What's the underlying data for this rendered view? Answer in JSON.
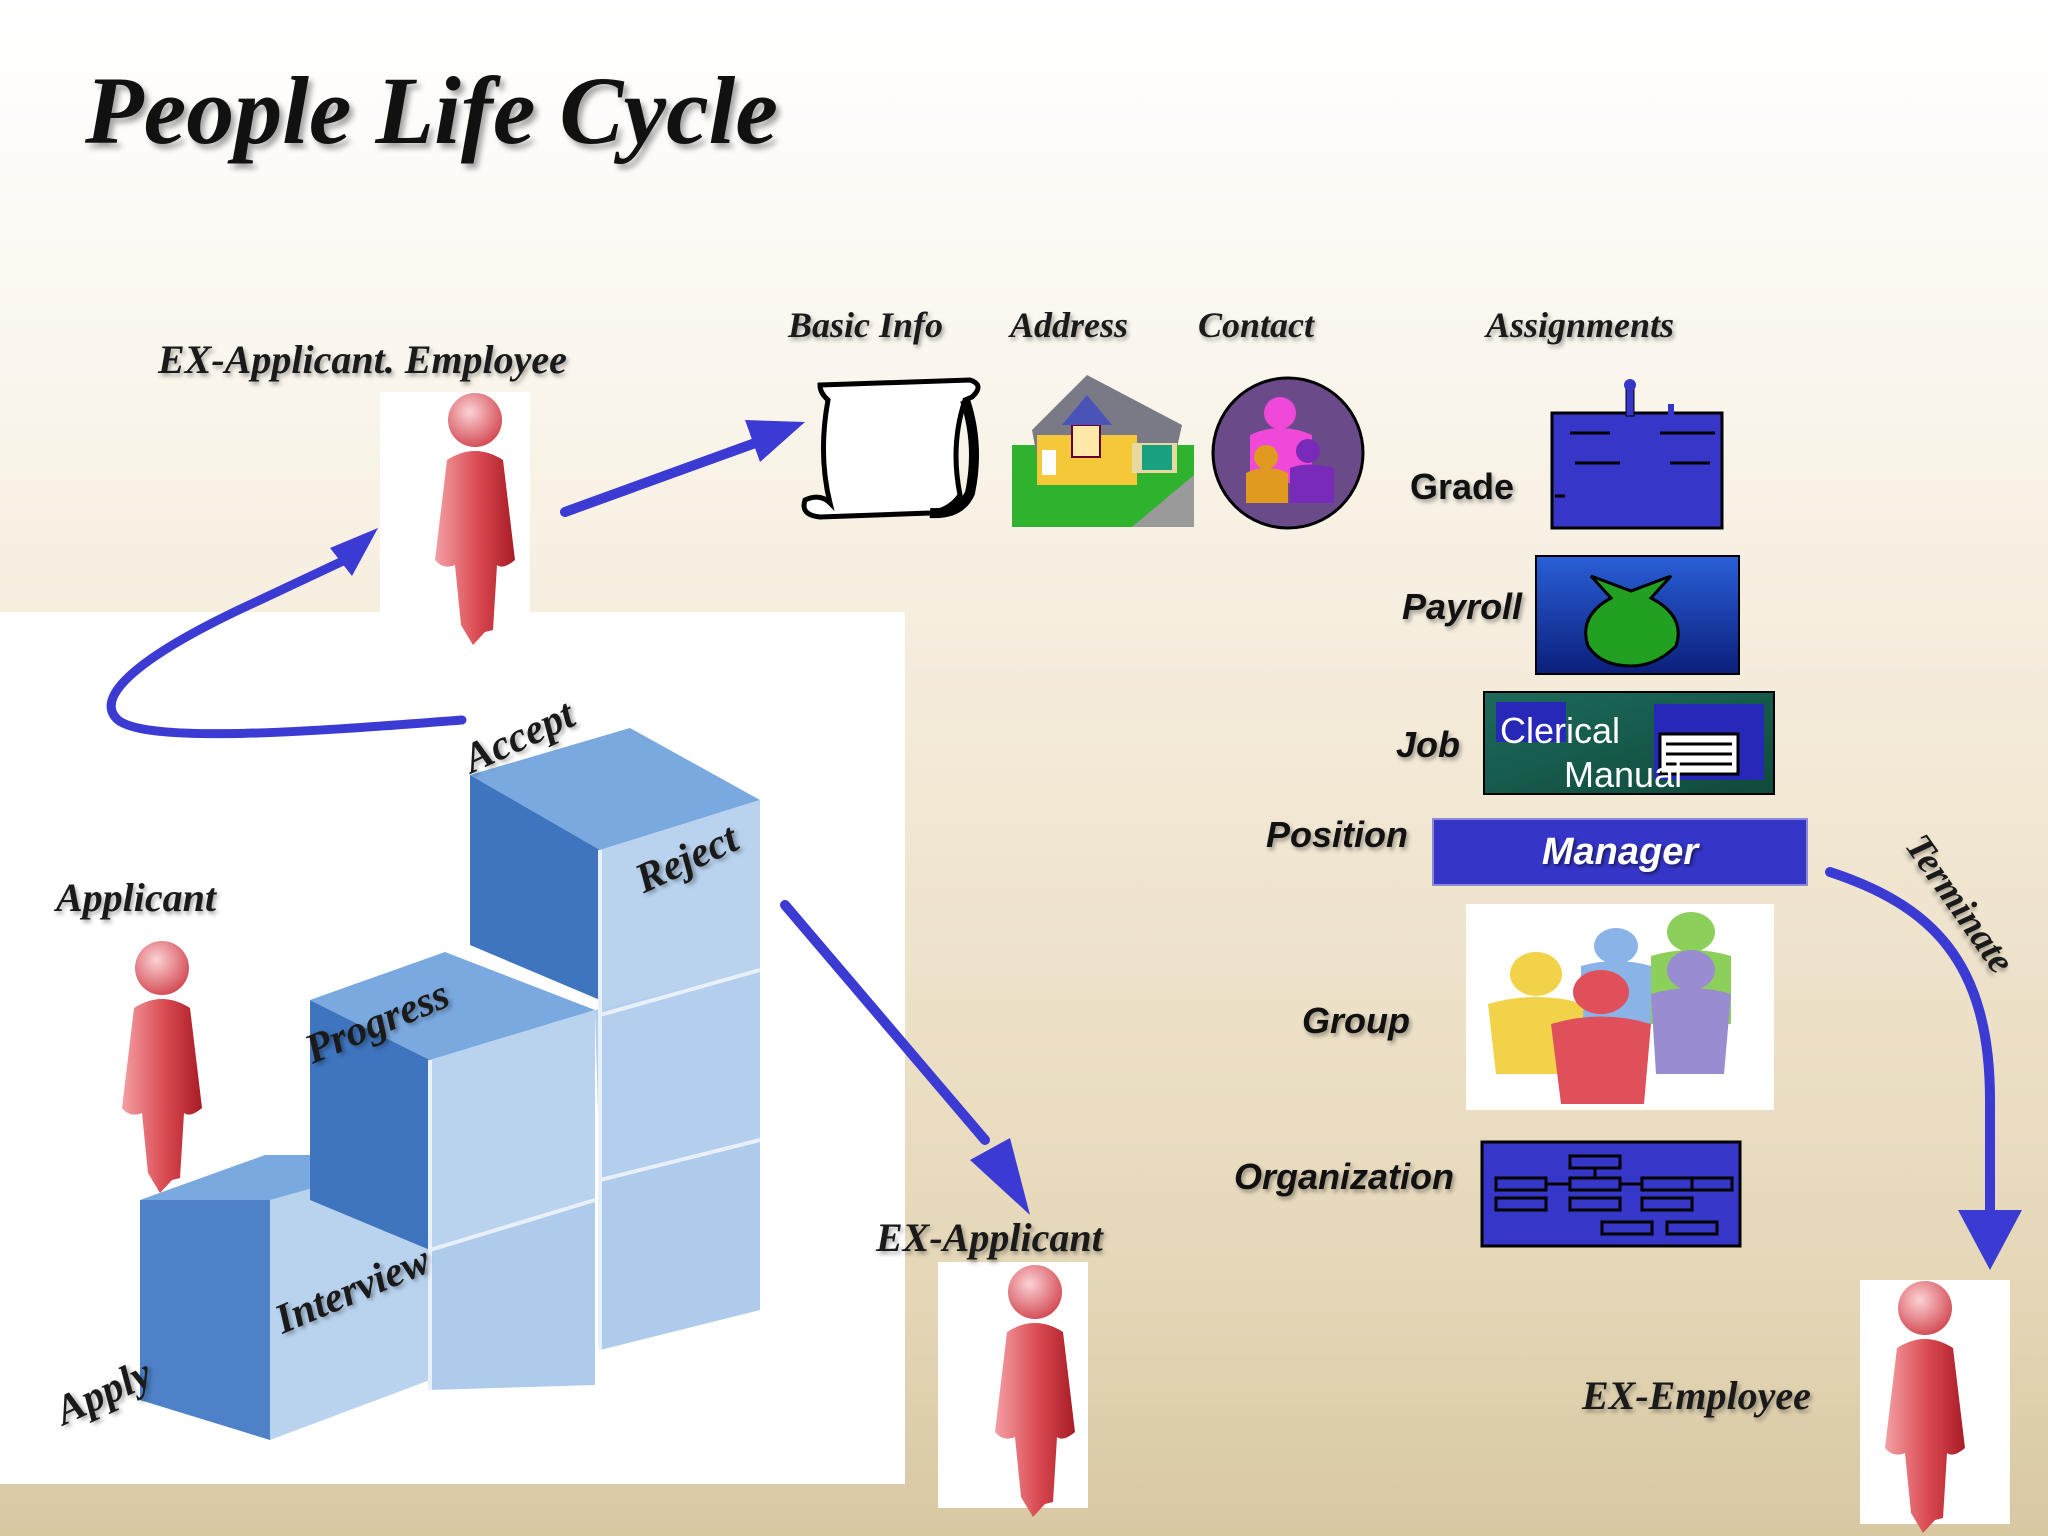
{
  "title": "People Life Cycle",
  "roles": {
    "ex_applicant_employee": "EX-Applicant. Employee",
    "applicant": "Applicant",
    "ex_applicant": "EX-Applicant",
    "ex_employee": "EX-Employee"
  },
  "stages": {
    "apply": "Apply",
    "interview": "Interview",
    "progress": "Progress",
    "accept": "Accept",
    "reject": "Reject"
  },
  "person_info": {
    "basic_info": "Basic Info",
    "address": "Address",
    "contact": "Contact"
  },
  "assignments": {
    "heading": "Assignments",
    "grade": "Grade",
    "payroll": "Payroll",
    "job": "Job",
    "job_clerical": "Clerical",
    "job_manual": "Manual",
    "position": "Position",
    "position_value": "Manager",
    "group": "Group",
    "organization": "Organization"
  },
  "transition": {
    "terminate": "Terminate"
  },
  "colors": {
    "arrow": "#3b3bd4",
    "person": "#d63c44",
    "blocks": "#6aa0dc",
    "assignment_blue": "#3434c6"
  }
}
